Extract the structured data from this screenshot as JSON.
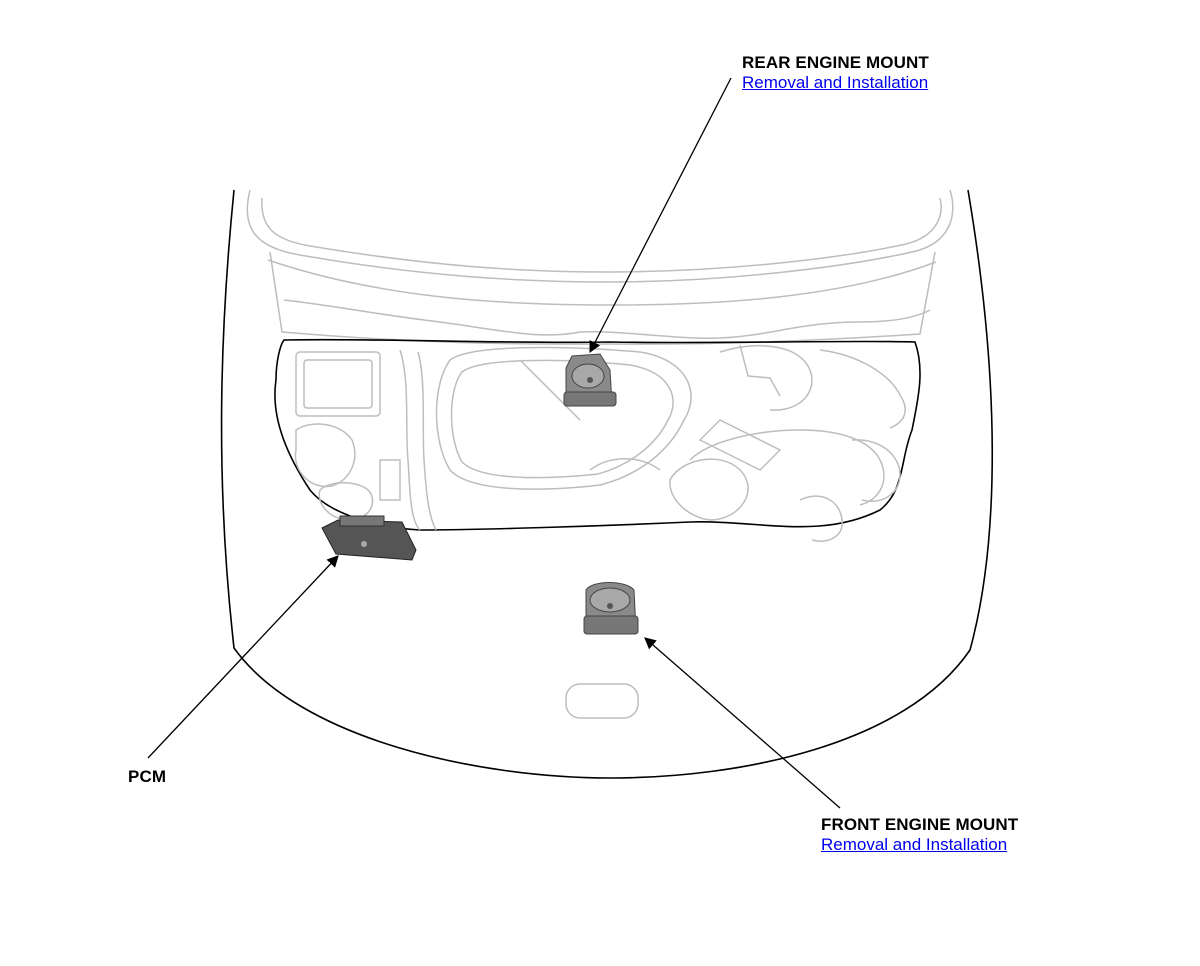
{
  "callouts": {
    "rear_engine_mount": {
      "title": "REAR ENGINE MOUNT",
      "link": "Removal and Installation"
    },
    "front_engine_mount": {
      "title": "FRONT ENGINE MOUNT",
      "link": "Removal and Installation"
    },
    "pcm": {
      "title": "PCM"
    }
  },
  "colors": {
    "line": "#000000",
    "outline_light": "#bdbdbd",
    "link": "#0000ee",
    "component_fill": "#8a8a8a"
  }
}
